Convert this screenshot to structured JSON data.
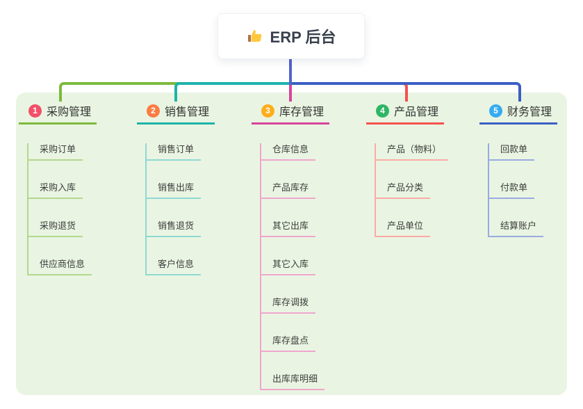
{
  "root": {
    "title": "ERP 后台",
    "icon": "thumbs-up-icon"
  },
  "colors": {
    "trunk": "#5463cb",
    "panel_bg": "#e9f5e2",
    "root_bg": "#ffffff",
    "text": "#3a3a3a"
  },
  "branches": [
    {
      "badge": "1",
      "label": "采购管理",
      "badge_color": "#f25068",
      "line_color": "#7cba3c",
      "child_line_color": "#b2d88d",
      "children": [
        "采购订单",
        "采购入库",
        "采购退货",
        "供应商信息"
      ]
    },
    {
      "badge": "2",
      "label": "销售管理",
      "badge_color": "#fa7d44",
      "line_color": "#1eb3aa",
      "child_line_color": "#8fd8d2",
      "children": [
        "销售订单",
        "销售出库",
        "销售退货",
        "客户信息"
      ]
    },
    {
      "badge": "3",
      "label": "库存管理",
      "badge_color": "#feae1b",
      "line_color": "#d7449c",
      "child_line_color": "#efa6cd",
      "children": [
        "仓库信息",
        "产品库存",
        "其它出库",
        "其它入库",
        "库存调拨",
        "库存盘点",
        "出库库明细"
      ]
    },
    {
      "badge": "4",
      "label": "产品管理",
      "badge_color": "#2fb566",
      "line_color": "#f6514f",
      "child_line_color": "#fbaba7",
      "children": [
        "产品（物料）",
        "产品分类",
        "产品单位"
      ]
    },
    {
      "badge": "5",
      "label": "财务管理",
      "badge_color": "#36abf0",
      "line_color": "#3c5ec5",
      "child_line_color": "#9aabdf",
      "children": [
        "回款单",
        "付款单",
        "结算账户"
      ]
    }
  ]
}
